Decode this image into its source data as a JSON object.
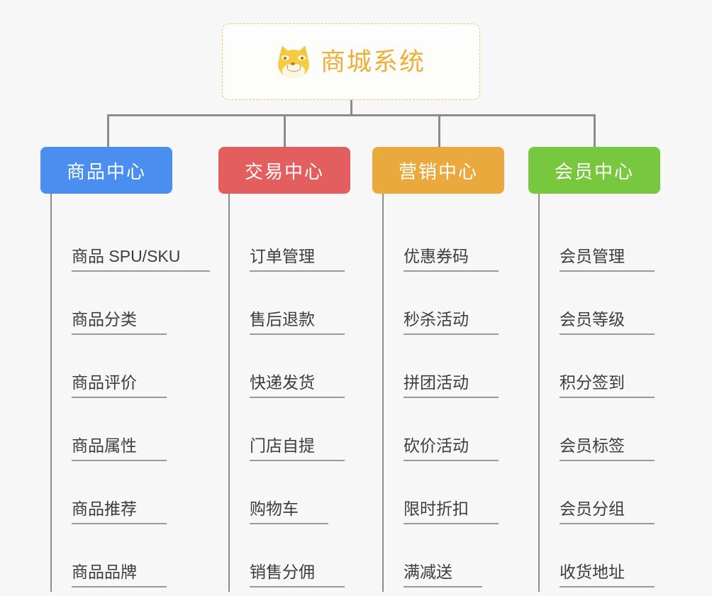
{
  "root": {
    "title": "商城系统",
    "icon": "shiba-dog-icon",
    "accent_color": "#efaf36",
    "border_color": "#f0c070",
    "background": "#fdfdfc"
  },
  "canvas": {
    "background": "#f7f7f7",
    "connector_color": "#8c8c8c"
  },
  "branches": [
    {
      "title": "商品中心",
      "color": "#4a8ef0",
      "items": [
        "商品 SPU/SKU",
        "商品分类",
        "商品评价",
        "商品属性",
        "商品推荐",
        "商品品牌"
      ]
    },
    {
      "title": "交易中心",
      "color": "#e35e5e",
      "items": [
        "订单管理",
        "售后退款",
        "快递发货",
        "门店自提",
        "购物车",
        "销售分佣"
      ]
    },
    {
      "title": "营销中心",
      "color": "#eaa93c",
      "items": [
        "优惠券码",
        "秒杀活动",
        "拼团活动",
        "砍价活动",
        "限时折扣",
        "满减送"
      ]
    },
    {
      "title": "会员中心",
      "color": "#77c83f",
      "items": [
        "会员管理",
        "会员等级",
        "积分签到",
        "会员标签",
        "会员分组",
        "收货地址"
      ]
    }
  ]
}
